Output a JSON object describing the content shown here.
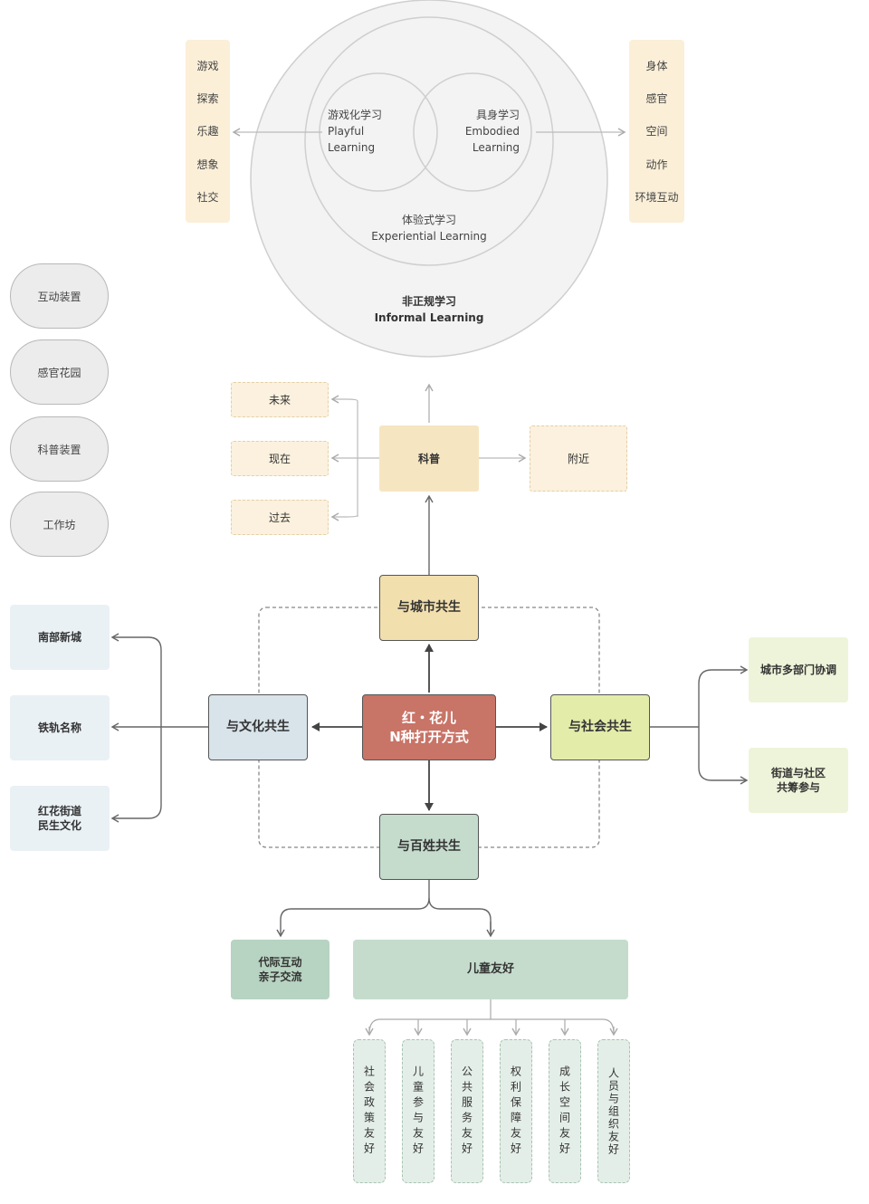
{
  "venn": {
    "playful": {
      "cn": "游戏化学习",
      "en1": "Playful",
      "en2": "Learning"
    },
    "embodied": {
      "cn": "具身学习",
      "en1": "Embodied",
      "en2": "Learning"
    },
    "experiential": {
      "cn": "体验式学习",
      "en": "Experiential Learning"
    },
    "informal": {
      "cn": "非正规学习",
      "en": "Informal Learning"
    }
  },
  "left_keywords": [
    "游戏",
    "探索",
    "乐趣",
    "想象",
    "社交"
  ],
  "right_keywords": [
    "身体",
    "感官",
    "空间",
    "动作",
    "环境互动"
  ],
  "pills": [
    "互动装置",
    "感官花园",
    "科普装置",
    "工作坊"
  ],
  "kepu": {
    "center": "科普",
    "future": "未来",
    "now": "现在",
    "past": "过去",
    "nearby": "附近"
  },
  "center": {
    "line1": "红・花儿",
    "line2": "N种打开方式"
  },
  "city": "与城市共生",
  "culture": "与文化共生",
  "society": "与社会共生",
  "people": "与百姓共生",
  "culture_items": [
    "南部新城",
    "铁轨名称",
    "红花街道",
    "民生文化"
  ],
  "society_items": [
    "城市多部门协调",
    "街道与社区",
    "共筹参与"
  ],
  "people_items": {
    "intergen1": "代际互动",
    "intergen2": "亲子交流",
    "child": "儿童友好"
  },
  "child_items": [
    "社会政策友好",
    "儿童参与友好",
    "公共服务友好",
    "权利保障友好",
    "成长空间友好",
    "人员与组织友好"
  ],
  "colors": {
    "center": "#c87467",
    "city": "#f2dfae",
    "culture": "#d8e3ea",
    "society": "#e4ecaa",
    "people": "#c5dccd",
    "kepu": "#f6e5c1"
  }
}
